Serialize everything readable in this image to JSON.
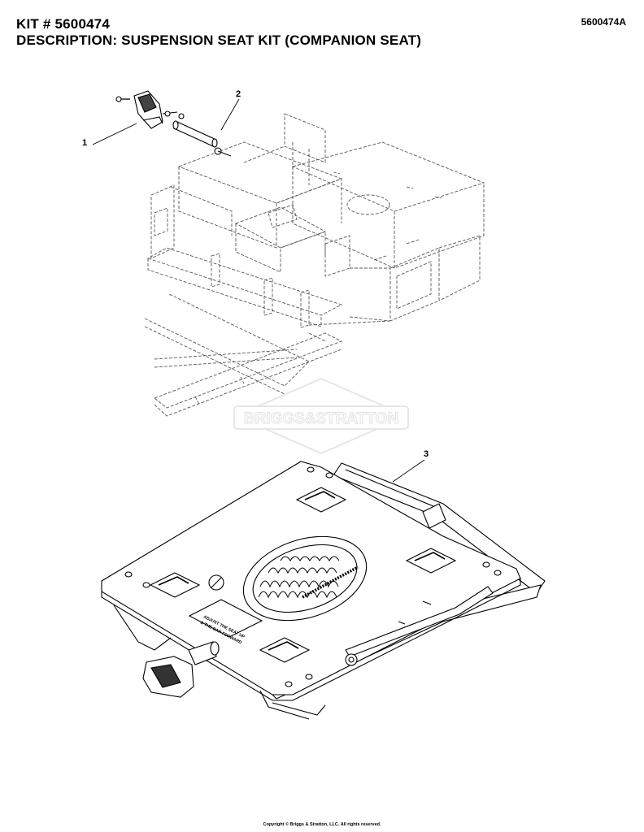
{
  "header": {
    "kit_number": "KIT # 5600474",
    "description": "DESCRIPTION: SUSPENSION SEAT KIT (COMPANION SEAT)",
    "drawing_number": "5600474A"
  },
  "callouts": [
    "1",
    "2",
    "3"
  ],
  "watermark": {
    "text": "BRIGGS&STRATTON",
    "icon": "briggs-stratton-logo-icon"
  },
  "decal": {
    "lines": [
      "ADJUST THE SEAT UP",
      "& THE BAR FORWARD"
    ]
  },
  "footer": {
    "copyright": "Copyright © Briggs & Stratton, LLC. All rights reserved."
  }
}
